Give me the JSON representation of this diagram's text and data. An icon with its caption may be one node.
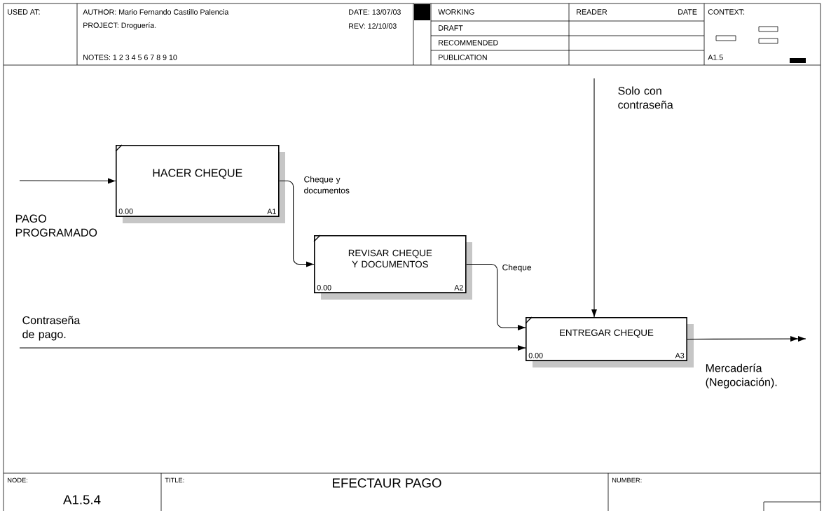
{
  "diagram": {
    "title": "EFECTAUR PAGO",
    "nodes": [
      {
        "text": [
          "HACER CHEQUE",
          "0.00",
          "A1"
        ]
      },
      {
        "text": [
          "REVISAR CHEQUE Y DOCUMENTOS",
          "0.00",
          "A2"
        ]
      },
      {
        "text": [
          "ENTREGAR CHEQUE",
          "0.00",
          "A3"
        ]
      }
    ],
    "edges": [
      {
        "from": null,
        "to": 0,
        "arrow": "to",
        "label": "PAGO PROGRAMADO"
      },
      {
        "from": 0,
        "to": 1,
        "arrow": "to",
        "label": "Cheque y documentos"
      },
      {
        "from": 1,
        "to": 2,
        "arrow": "to",
        "label": "Cheque"
      },
      {
        "from": null,
        "to": 2,
        "arrow": "to",
        "label": "Solo con contraseña"
      },
      {
        "from": null,
        "to": 2,
        "arrow": "to",
        "label": "Contraseña de pago."
      },
      {
        "from": 2,
        "to": null,
        "arrow": "to",
        "label": "Mercadería (Negociación)."
      }
    ],
    "labels": [
      "USED AT:",
      "AUTHOR: Mario Fernando Castillo Palencia",
      "DATE: 13/07/03",
      "WORKING",
      "READER",
      "DATE",
      "CONTEXT:",
      "PROJECT: Droguería.",
      "REV: 12/10/03",
      "DRAFT",
      "RECOMMENDED",
      "NOTES: 1 2 3 4 5 6 7 8 9 10",
      "PUBLICATION",
      "A1.5",
      "NODE:",
      "TITLE:",
      "NUMBER:",
      "A1.5.4"
    ]
  }
}
